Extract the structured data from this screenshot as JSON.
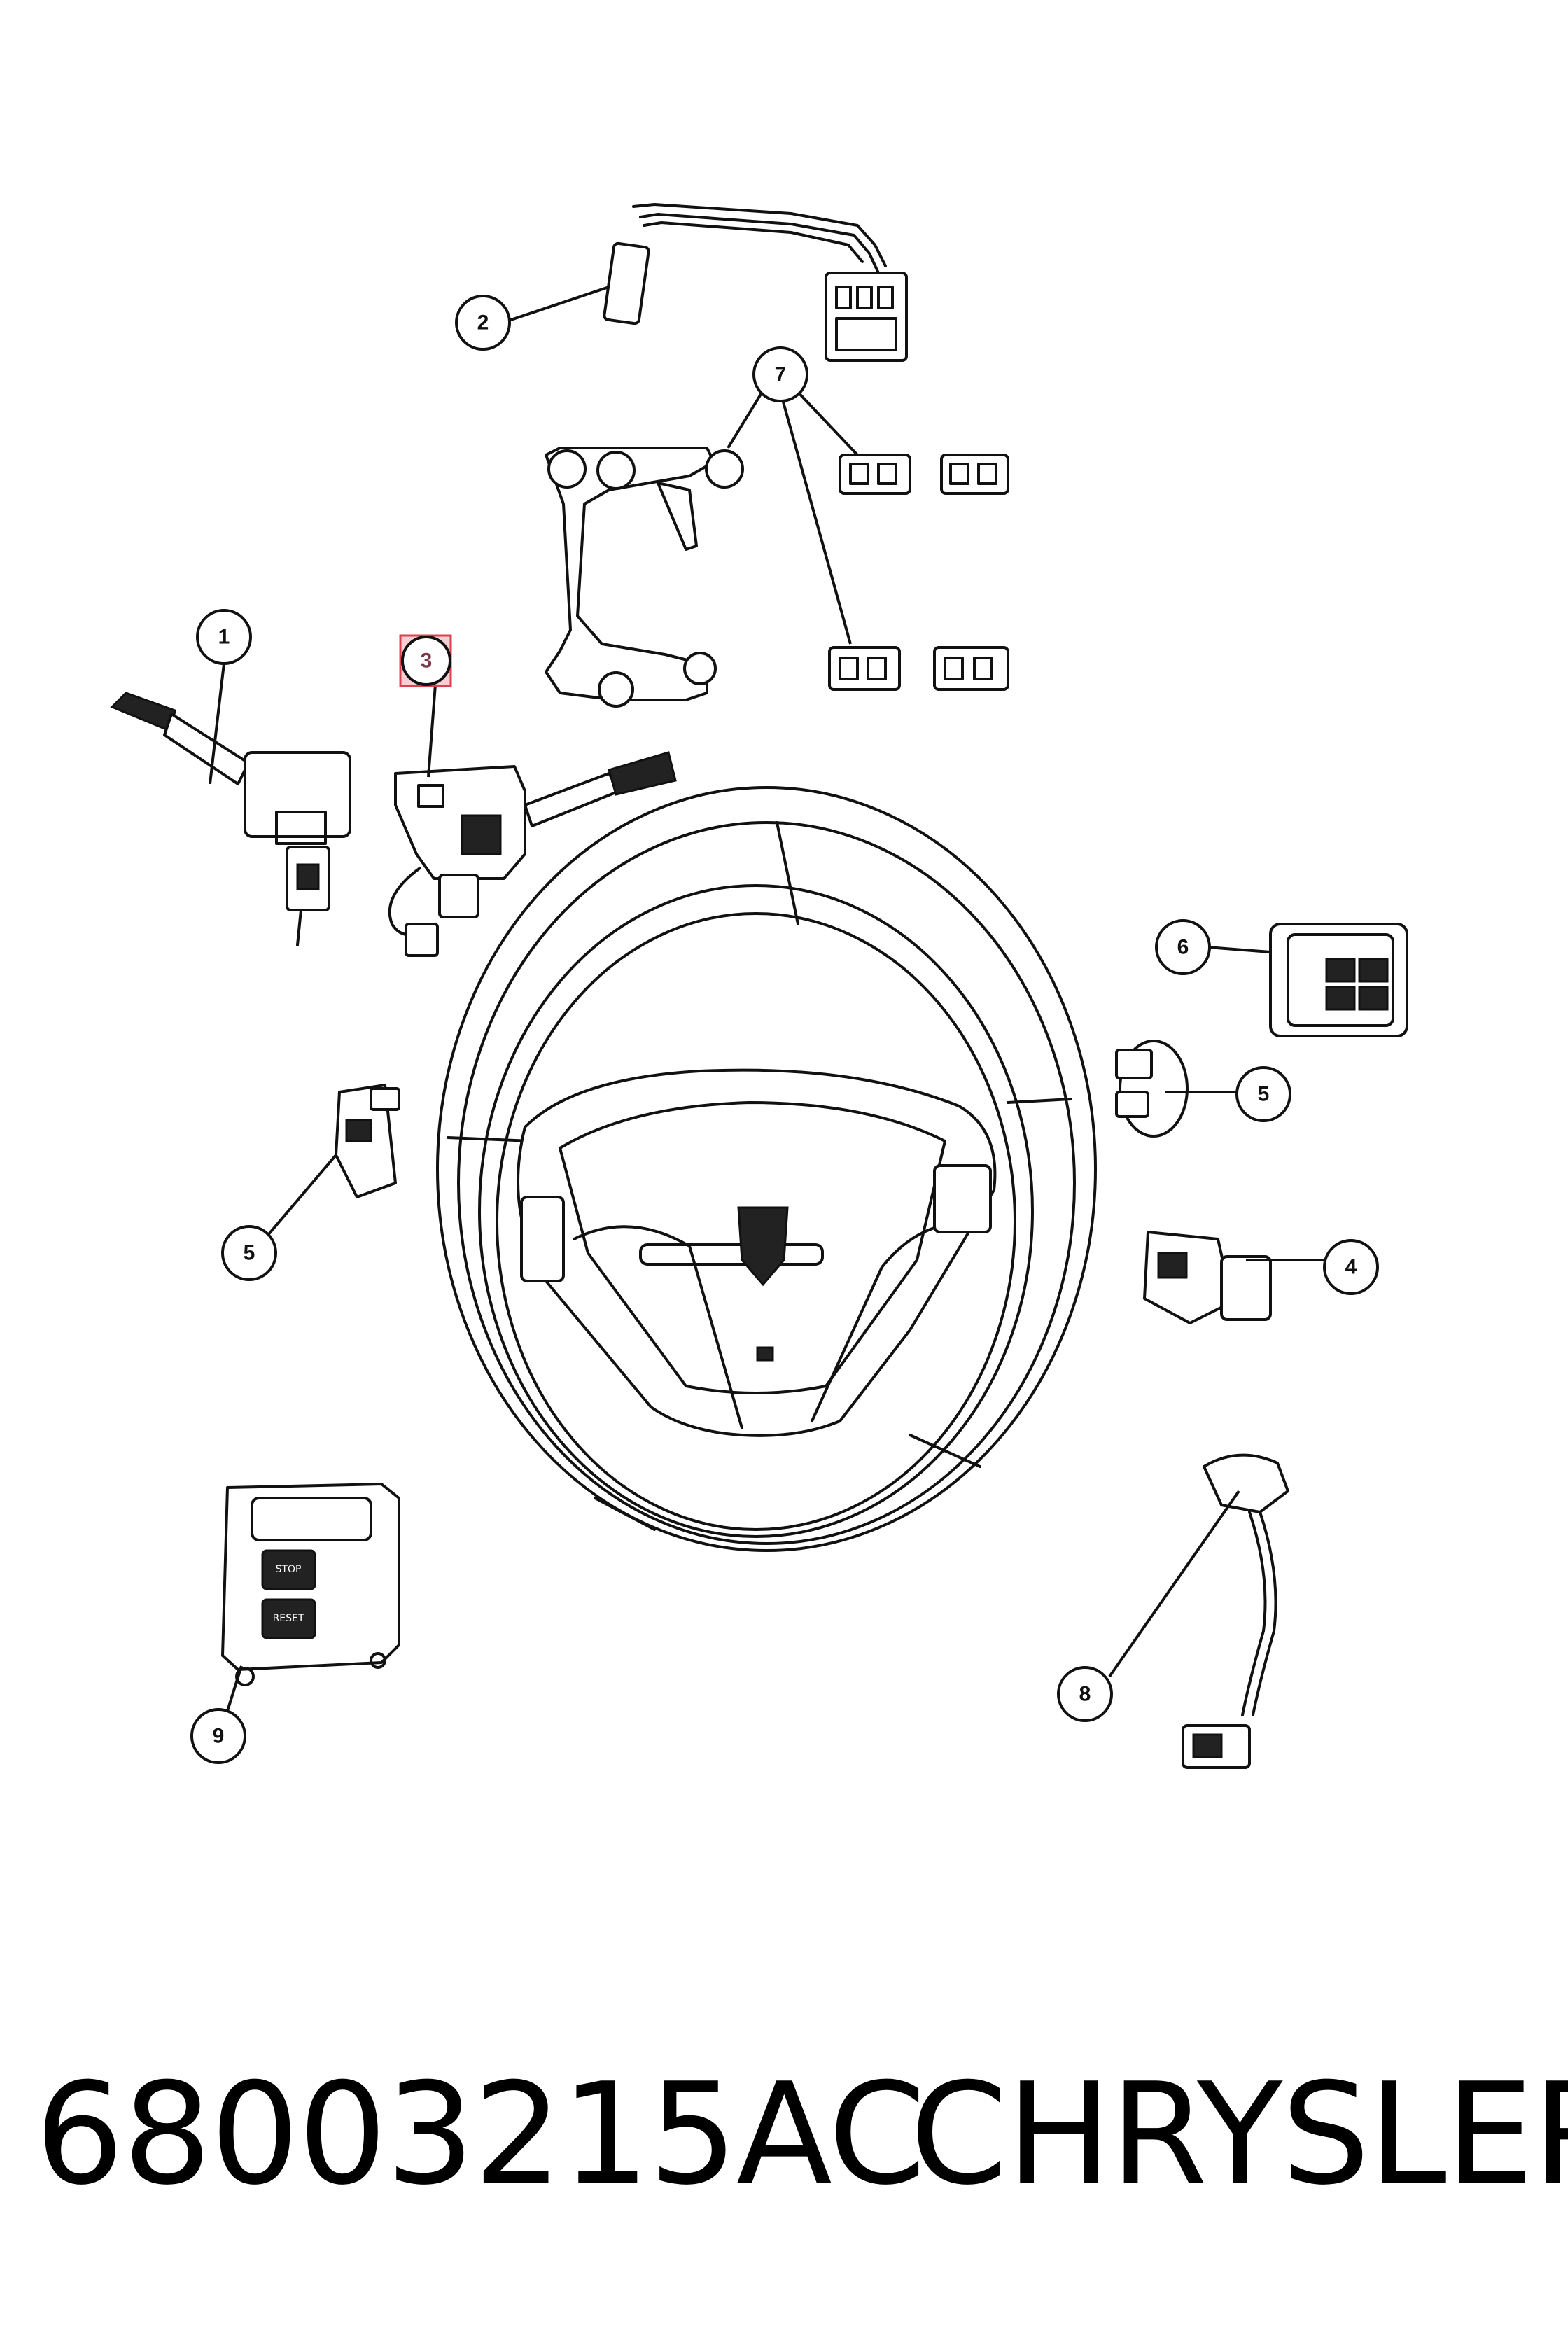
{
  "callouts": {
    "c1": "1",
    "c2": "2",
    "c3": "3",
    "c4": "4",
    "c5a": "5",
    "c5b": "5",
    "c6": "6",
    "c7": "7",
    "c8": "8",
    "c9": "9"
  },
  "switch_labels": {
    "stop": "STOP",
    "reset": "RESET"
  },
  "highlight": {
    "color": "#f6cfd3",
    "border": "#d9414f"
  },
  "footer": {
    "part_number": "68003215AC",
    "brand": "CHRYSLER"
  }
}
